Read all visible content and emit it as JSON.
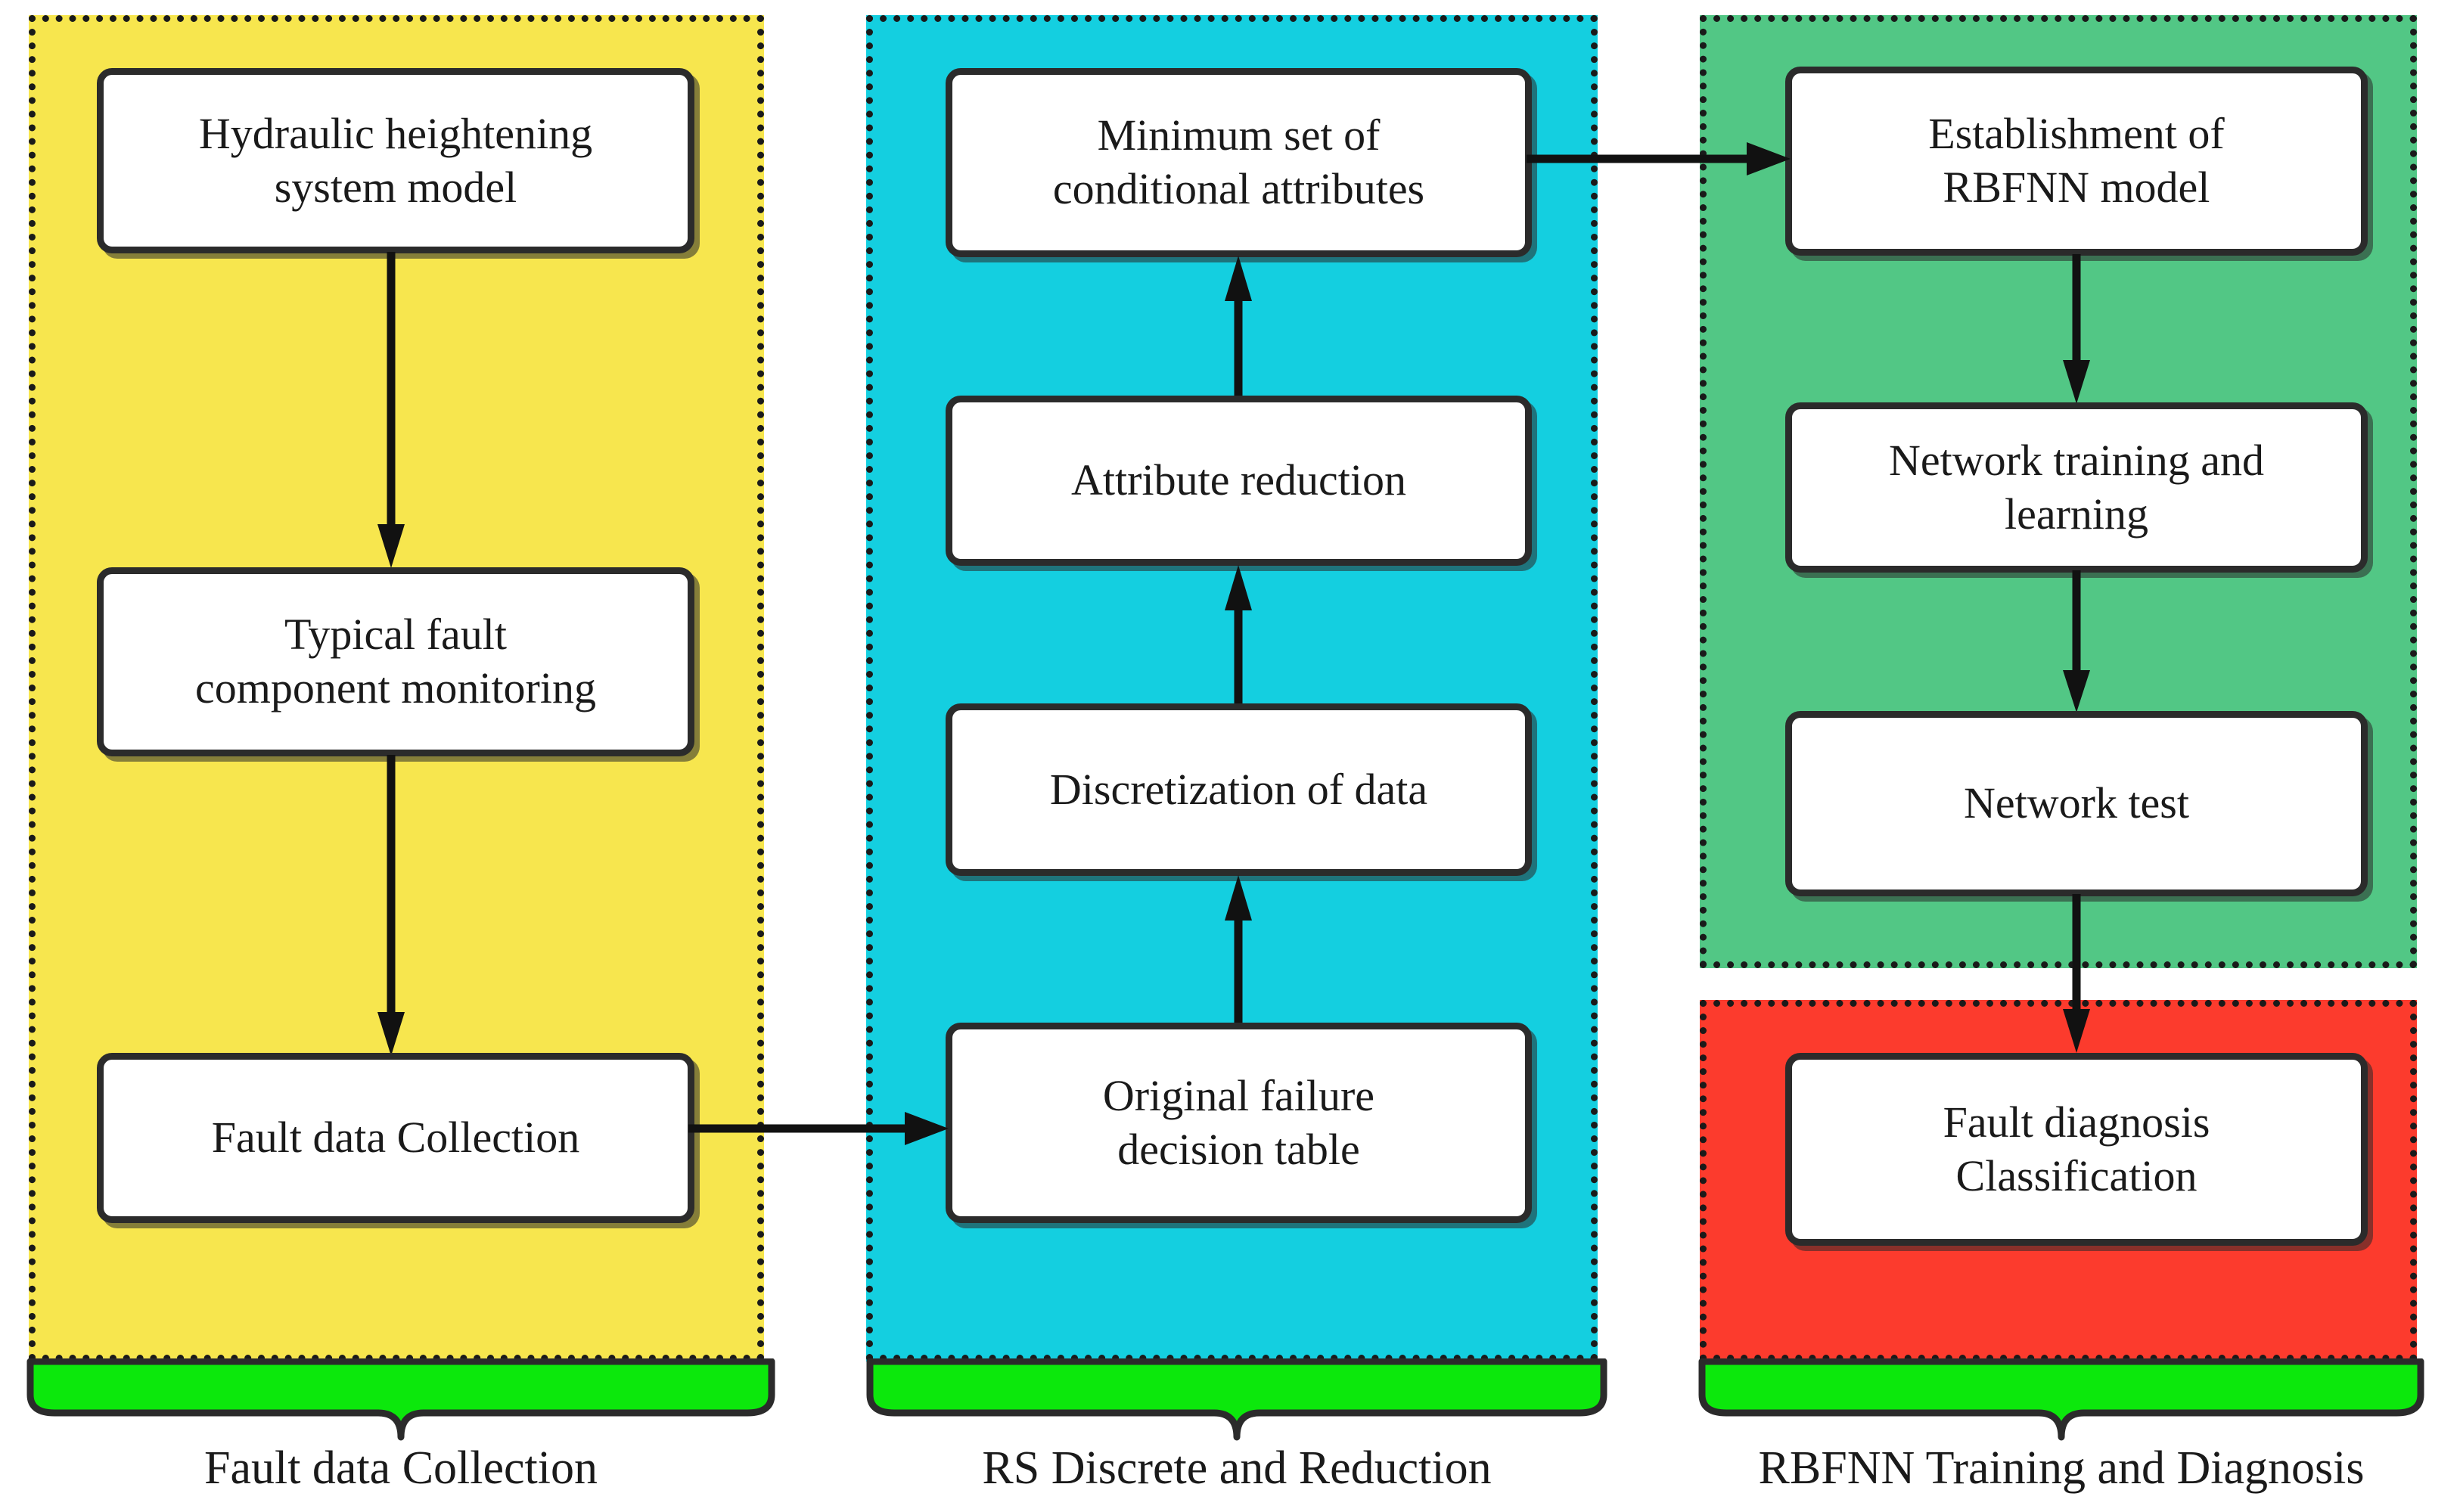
{
  "diagram": {
    "title": "Fault diagnosis flowchart",
    "colors": {
      "stage1_fill": "#F7E64E",
      "stage2_fill": "#14CFE0",
      "stage3_fill": "#52C785",
      "stage4_fill": "#FC3B2D",
      "bracket_fill": "#0CE80C",
      "node_border": "#2b2b2b",
      "node_fill": "#ffffff",
      "arrow_color": "#111111",
      "panel_border": "#1a1a1a"
    },
    "stages": [
      {
        "id": "stage-fault-data-collection",
        "group_label": "Fault data Collection",
        "fill": "#F7E64E",
        "nodes": [
          {
            "id": "hydraulic-heightening-system-model",
            "lines": [
              "Hydraulic heightening",
              "system model"
            ]
          },
          {
            "id": "typical-fault-component-monitoring",
            "lines": [
              "Typical fault",
              "component monitoring"
            ]
          },
          {
            "id": "fault-data-collection",
            "lines": [
              "Fault data Collection"
            ]
          }
        ]
      },
      {
        "id": "stage-rs-discrete-and-reduction",
        "group_label": "RS Discrete and Reduction",
        "fill": "#14CFE0",
        "nodes": [
          {
            "id": "minimum-set-of-conditional-attributes",
            "lines": [
              "Minimum set of",
              "conditional attributes"
            ]
          },
          {
            "id": "attribute-reduction",
            "lines": [
              "Attribute reduction"
            ]
          },
          {
            "id": "discretization-of-data",
            "lines": [
              "Discretization of data"
            ]
          },
          {
            "id": "original-failure-decision-table",
            "lines": [
              "Original failure",
              "decision table"
            ]
          }
        ]
      },
      {
        "id": "stage-rbfnn-training-and-diagnosis",
        "group_label": "RBFNN Training and Diagnosis",
        "fill": "#52C785",
        "nodes": [
          {
            "id": "establishment-of-rbfnn-model",
            "lines": [
              "Establishment of",
              "RBFNN model"
            ]
          },
          {
            "id": "network-training-and-learning",
            "lines": [
              "Network training and",
              "learning"
            ]
          },
          {
            "id": "network-test",
            "lines": [
              "Network test"
            ]
          }
        ],
        "result_panel": {
          "id": "stage-fault-diagnosis-result",
          "fill": "#FC3B2D",
          "nodes": [
            {
              "id": "fault-diagnosis-classification",
              "lines": [
                "Fault diagnosis",
                "Classification"
              ]
            }
          ]
        }
      }
    ],
    "connections": [
      {
        "from": "hydraulic-heightening-system-model",
        "to": "typical-fault-component-monitoring",
        "direction": "down"
      },
      {
        "from": "typical-fault-component-monitoring",
        "to": "fault-data-collection",
        "direction": "down"
      },
      {
        "from": "fault-data-collection",
        "to": "original-failure-decision-table",
        "direction": "right"
      },
      {
        "from": "original-failure-decision-table",
        "to": "discretization-of-data",
        "direction": "up"
      },
      {
        "from": "discretization-of-data",
        "to": "attribute-reduction",
        "direction": "up"
      },
      {
        "from": "attribute-reduction",
        "to": "minimum-set-of-conditional-attributes",
        "direction": "up"
      },
      {
        "from": "minimum-set-of-conditional-attributes",
        "to": "establishment-of-rbfnn-model",
        "direction": "right"
      },
      {
        "from": "establishment-of-rbfnn-model",
        "to": "network-training-and-learning",
        "direction": "down"
      },
      {
        "from": "network-training-and-learning",
        "to": "network-test",
        "direction": "down"
      },
      {
        "from": "network-test",
        "to": "fault-diagnosis-classification",
        "direction": "down"
      }
    ]
  },
  "text": {
    "n1_l1": "Hydraulic heightening",
    "n1_l2": "system model",
    "n2_l1": "Typical fault",
    "n2_l2": "component monitoring",
    "n3_l1": "Fault data Collection",
    "n4_l1": "Minimum set of",
    "n4_l2": "conditional attributes",
    "n5_l1": "Attribute reduction",
    "n6_l1": "Discretization of data",
    "n7_l1": "Original failure",
    "n7_l2": "decision table",
    "n8_l1": "Establishment of",
    "n8_l2": "RBFNN model",
    "n9_l1": "Network training and",
    "n9_l2": "learning",
    "n10_l1": "Network test",
    "n11_l1": "Fault diagnosis",
    "n11_l2": "Classification",
    "g1": "Fault data Collection",
    "g2": "RS Discrete and Reduction",
    "g3": "RBFNN Training and Diagnosis"
  }
}
